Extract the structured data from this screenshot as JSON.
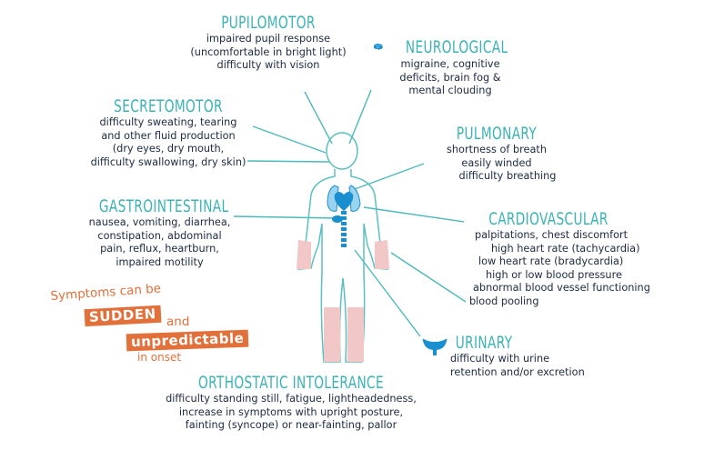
{
  "sections": {
    "pupillomotor": {
      "title": "PUPILOMOTOR",
      "lines": [
        "impaired pupil response",
        "(uncomfortable in bright light)",
        "difficulty with vision"
      ]
    },
    "neurological": {
      "title": "NEUROLOGICAL",
      "lines": [
        "migraine, cognitive",
        "deficits, brain fog &",
        "mental clouding"
      ]
    },
    "secretomotor": {
      "title": "SECRETOMOTOR",
      "lines": [
        "difficulty sweating, tearing",
        "and other fluid production",
        "(dry eyes, dry mouth,",
        "difficulty swallowing, dry skin)"
      ]
    },
    "pulmonary": {
      "title": "PULMONARY",
      "lines": [
        "shortness of breath",
        "easily winded",
        "difficulty breathing"
      ]
    },
    "gastrointestinal": {
      "title": "GASTROINTESTINAL",
      "lines": [
        "nausea, vomiting, diarrhea,",
        "constipation, abdominal",
        "pain, reflux, heartburn,",
        "impaired motility"
      ]
    },
    "cardiovascular": {
      "title": "CARDIOVASCULAR",
      "lines": [
        "palpitations, chest discomfort",
        "high heart rate (tachycardia)",
        "low heart rate (bradycardia)",
        "high or low blood pressure",
        "abnormal blood vessel functioning",
        "blood pooling"
      ]
    },
    "urinary": {
      "title": "URINARY",
      "lines": [
        "difficulty with urine",
        "retention and/or excretion"
      ]
    },
    "orthostatic": {
      "title": "ORTHOSTATIC INTOLERANCE",
      "lines": [
        "difficulty standing still, fatigue, lightheadedness,",
        "increase in symptoms with upright posture,",
        "fainting (syncope) or near-fainting, pallor"
      ]
    }
  },
  "callout": {
    "line1": "Symptoms can be",
    "sudden": "SUDDEN",
    "and": "and",
    "unpredictable": "unpredictable",
    "onset": "in onset"
  },
  "icons": [
    "brain-icon",
    "bladder-icon",
    "heart-icon",
    "lungs-icon",
    "spine-icon",
    "stomach-icon"
  ],
  "colors": {
    "teal": "#3bb3b5",
    "blue": "#1a8fd0",
    "orange": "#e2703a",
    "pink": "#f2c7c7",
    "text": "#1b2a40"
  }
}
